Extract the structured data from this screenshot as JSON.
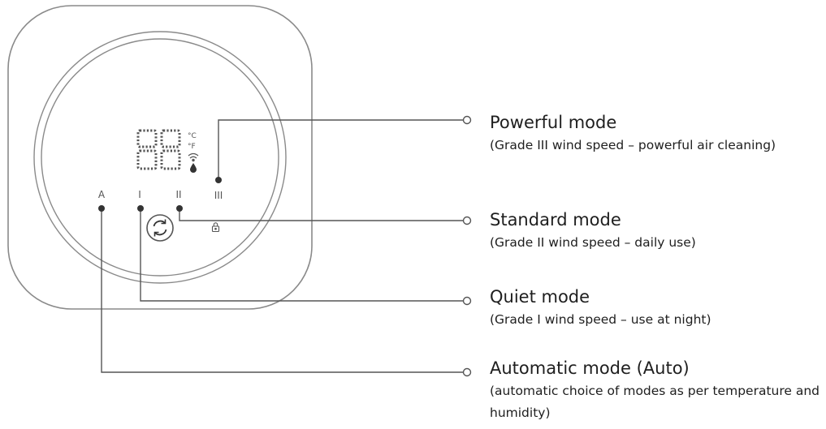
{
  "device": {
    "speed_labels": {
      "auto": "A",
      "grade1": "I",
      "grade2": "II",
      "grade3": "III"
    },
    "temp_units": {
      "celsius": "°C",
      "fahrenheit": "°F"
    },
    "display_digits": "88"
  },
  "modes": {
    "powerful": {
      "title": "Powerful mode",
      "desc": "(Grade III wind speed – powerful air cleaning)"
    },
    "standard": {
      "title": "Standard mode",
      "desc": "(Grade II wind speed – daily use)"
    },
    "quiet": {
      "title": "Quiet mode",
      "desc": "(Grade I wind speed – use at night)"
    },
    "auto": {
      "title": "Automatic mode (Auto)",
      "desc": "(automatic choice of modes as per temperature and humidity)"
    }
  },
  "colors": {
    "line": "#555555",
    "outline": "#8a8a8a",
    "dot": "#333333"
  },
  "icons": [
    "wifi-icon",
    "water-drop-icon",
    "refresh-icon",
    "lock-icon"
  ]
}
